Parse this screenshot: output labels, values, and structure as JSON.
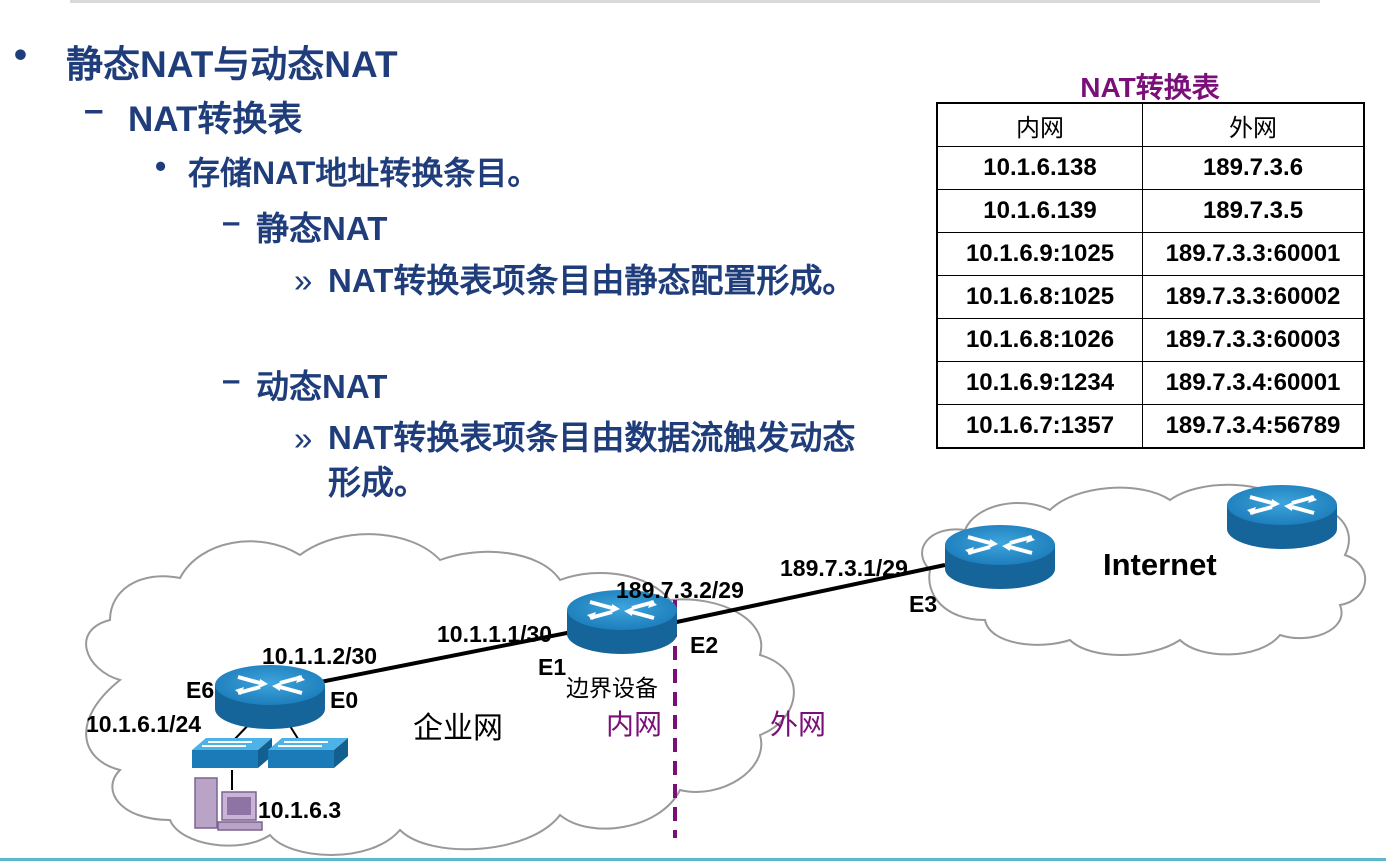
{
  "slide": {
    "bullets": {
      "l1_marker": "•",
      "l1_text": "静态NAT与动态NAT",
      "l2_marker": "–",
      "l2_text": "NAT转换表",
      "l3_marker": "•",
      "l3_text": "存储NAT地址转换条目。",
      "static_marker": "–",
      "static_title": "静态NAT",
      "static_sub_marker": "»",
      "static_sub_text": "NAT转换表项条目由静态配置形成。",
      "dynamic_marker": "–",
      "dynamic_title": "动态NAT",
      "dynamic_sub_marker": "»",
      "dynamic_sub_text": "NAT转换表项条目由数据流触发动态形成。"
    },
    "table": {
      "title": "NAT转换表",
      "headers": [
        "内网",
        "外网"
      ],
      "rows": [
        [
          "10.1.6.138",
          "189.7.3.6"
        ],
        [
          "10.1.6.139",
          "189.7.3.5"
        ],
        [
          "10.1.6.9:1025",
          "189.7.3.3:60001"
        ],
        [
          "10.1.6.8:1025",
          "189.7.3.3:60002"
        ],
        [
          "10.1.6.8:1026",
          "189.7.3.3:60003"
        ],
        [
          "10.1.6.9:1234",
          "189.7.3.4:60001"
        ],
        [
          "10.1.6.7:1357",
          "189.7.3.4:56789"
        ]
      ]
    },
    "diagram": {
      "internet_label": "Internet",
      "e3_label": "E3",
      "ip_isp": "189.7.3.1/29",
      "ip_edge_out": "189.7.3.2/29",
      "ip_edge_in": "10.1.1.1/30",
      "e2_label": "E2",
      "e1_label": "E1",
      "edge_device_label": "边界设备",
      "inside_label": "内网",
      "outside_label": "外网",
      "enterprise_label": "企业网",
      "ip_inner_router": "10.1.1.2/30",
      "e6_label": "E6",
      "e0_label": "E0",
      "ip_lan": "10.1.6.1/24",
      "ip_host": "10.1.6.3"
    },
    "colors": {
      "bullet_text": "#1f3d7a",
      "table_title": "#7a0f7a",
      "boundary_purple": "#7a0f7a",
      "router_blue": "#1a7bb8"
    }
  }
}
